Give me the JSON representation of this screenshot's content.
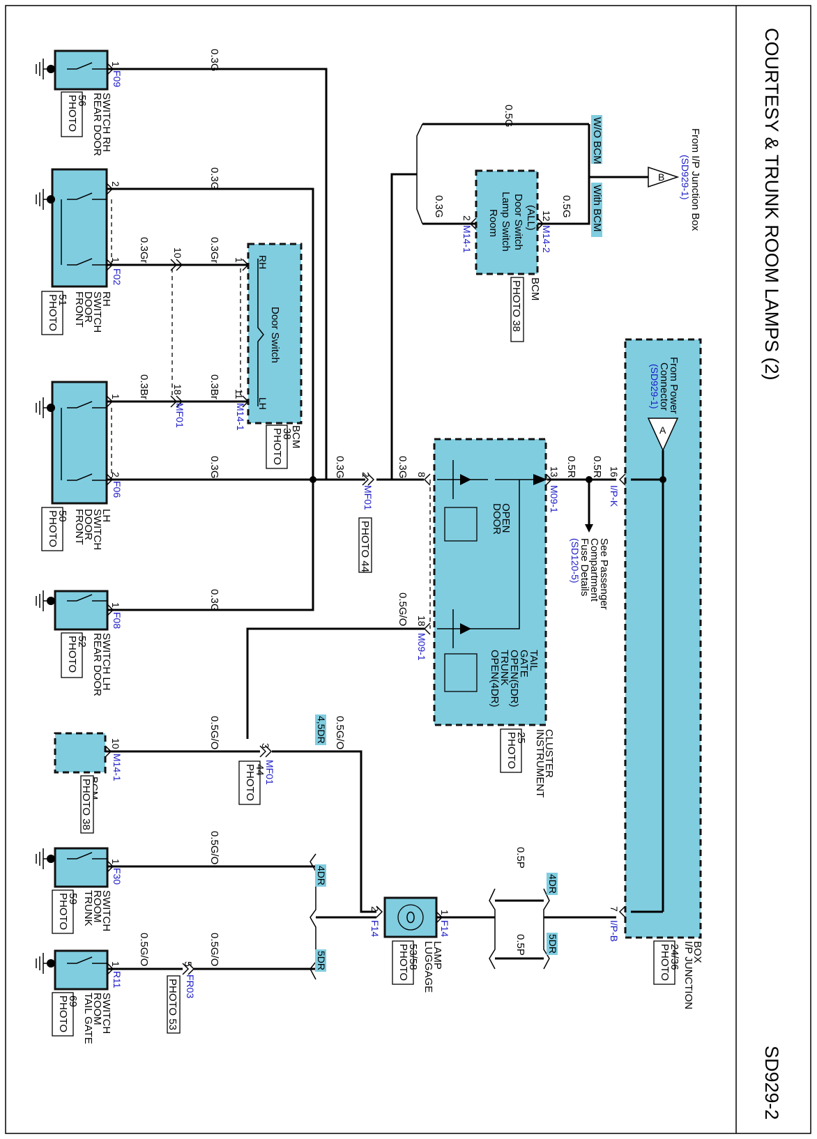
{
  "diagram_id": "SD929-2",
  "title": "COURTESY & TRUNK ROOM LAMPS (2)",
  "sources": {
    "ip_junction_box_ref": "From I/P Junction Box",
    "ip_junction_box_sd": "(SD929-1)",
    "power_connector_ref_1": "From Power",
    "power_connector_ref_2": "Connector",
    "power_connector_sd": "(SD929-1)",
    "terminal_a": "A",
    "terminal_b": "B"
  },
  "fuse_note": [
    "See Passenger",
    "Compartment",
    "Fuse Details",
    "(SD120-5)"
  ],
  "options": {
    "wo_bcm": "W/O BCM",
    "with_bcm": "With BCM",
    "dr45": "4,5DR",
    "dr4": "4DR",
    "dr5": "5DR"
  },
  "wires": {
    "g03": "0.3G",
    "g05": "0.5G",
    "gr03": "0.3Gr",
    "br03": "0.3Br",
    "r05": "0.5R",
    "go05": "0.5G/O",
    "p05": "0.5P"
  },
  "pins": {
    "p1": "1",
    "p2": "2",
    "p3": "3",
    "p5": "5",
    "p7": "7",
    "p8": "8",
    "p10": "10",
    "p11": "11",
    "p12": "12",
    "p13": "13",
    "p16": "16",
    "p18": "18"
  },
  "connectors": {
    "F09": "F09",
    "F02": "F02",
    "F06": "F06",
    "F08": "F08",
    "F30": "F30",
    "R11": "R11",
    "MF01": "MF01",
    "M14_1": "M14-1",
    "M14_2": "M14-2",
    "M09_1": "M09-1",
    "IPK": "I/P-K",
    "IPB": "I/P-B",
    "F14": "F14",
    "FR03": "FR03"
  },
  "components": {
    "rear_door_rh": {
      "name": [
        "REAR DOOR",
        "SWITCH RH"
      ],
      "photo": [
        "PHOTO",
        "56"
      ]
    },
    "front_door_rh": {
      "name": [
        "FRONT",
        "DOOR",
        "SWITCH",
        "RH"
      ],
      "photo": [
        "PHOTO",
        "51"
      ]
    },
    "front_door_lh": {
      "name": [
        "FRONT",
        "DOOR",
        "SWITCH",
        "LH"
      ],
      "photo": [
        "PHOTO",
        "50"
      ]
    },
    "rear_door_lh": {
      "name": [
        "REAR DOOR",
        "SWITCH LH"
      ],
      "photo": [
        "PHOTO",
        "52"
      ]
    },
    "trunk_room_sw": {
      "name": [
        "TRUNK",
        "ROOM",
        "SWITCH"
      ],
      "photo": [
        "PHOTO",
        "59"
      ]
    },
    "tail_gate_sw": {
      "name": [
        "TAIL GATE",
        "ROOM",
        "SWITCH"
      ],
      "photo": [
        "PHOTO",
        "69"
      ]
    },
    "bcm_door": {
      "inner": "Door Switch",
      "rh": "RH",
      "lh": "LH",
      "name": "BCM",
      "photo": [
        "PHOTO",
        "38"
      ]
    },
    "bcm_room": {
      "inner": [
        "Room",
        "Lamp Switch",
        "Door Switch",
        "(ALL)"
      ],
      "name": "BCM",
      "photo": "PHOTO 38"
    },
    "bcm_small": {
      "name": "BCM",
      "photo": "PHOTO 38"
    },
    "cluster": {
      "door_open": [
        "DOOR",
        "OPEN"
      ],
      "tail_gate": [
        "TAIL",
        "GATE",
        "OPEN(5DR)",
        "TRUNK",
        "OPEN(4DR)"
      ],
      "name": [
        "INSTRUMENT",
        "CLUSTER"
      ],
      "photo": [
        "PHOTO",
        "25"
      ]
    },
    "ip_box": {
      "name": [
        "I/P JUNCTION",
        "BOX"
      ],
      "photo": [
        "PHOTO",
        "24/36"
      ]
    },
    "luggage": {
      "name": [
        "LUGGAGE",
        "LAMP"
      ],
      "photo": [
        "PHOTO",
        "53/58"
      ]
    },
    "mf01_photo": {
      "a": "PHOTO 44",
      "b": [
        "PHOTO",
        "44"
      ]
    },
    "fr03_photo": "PHOTO 53"
  }
}
